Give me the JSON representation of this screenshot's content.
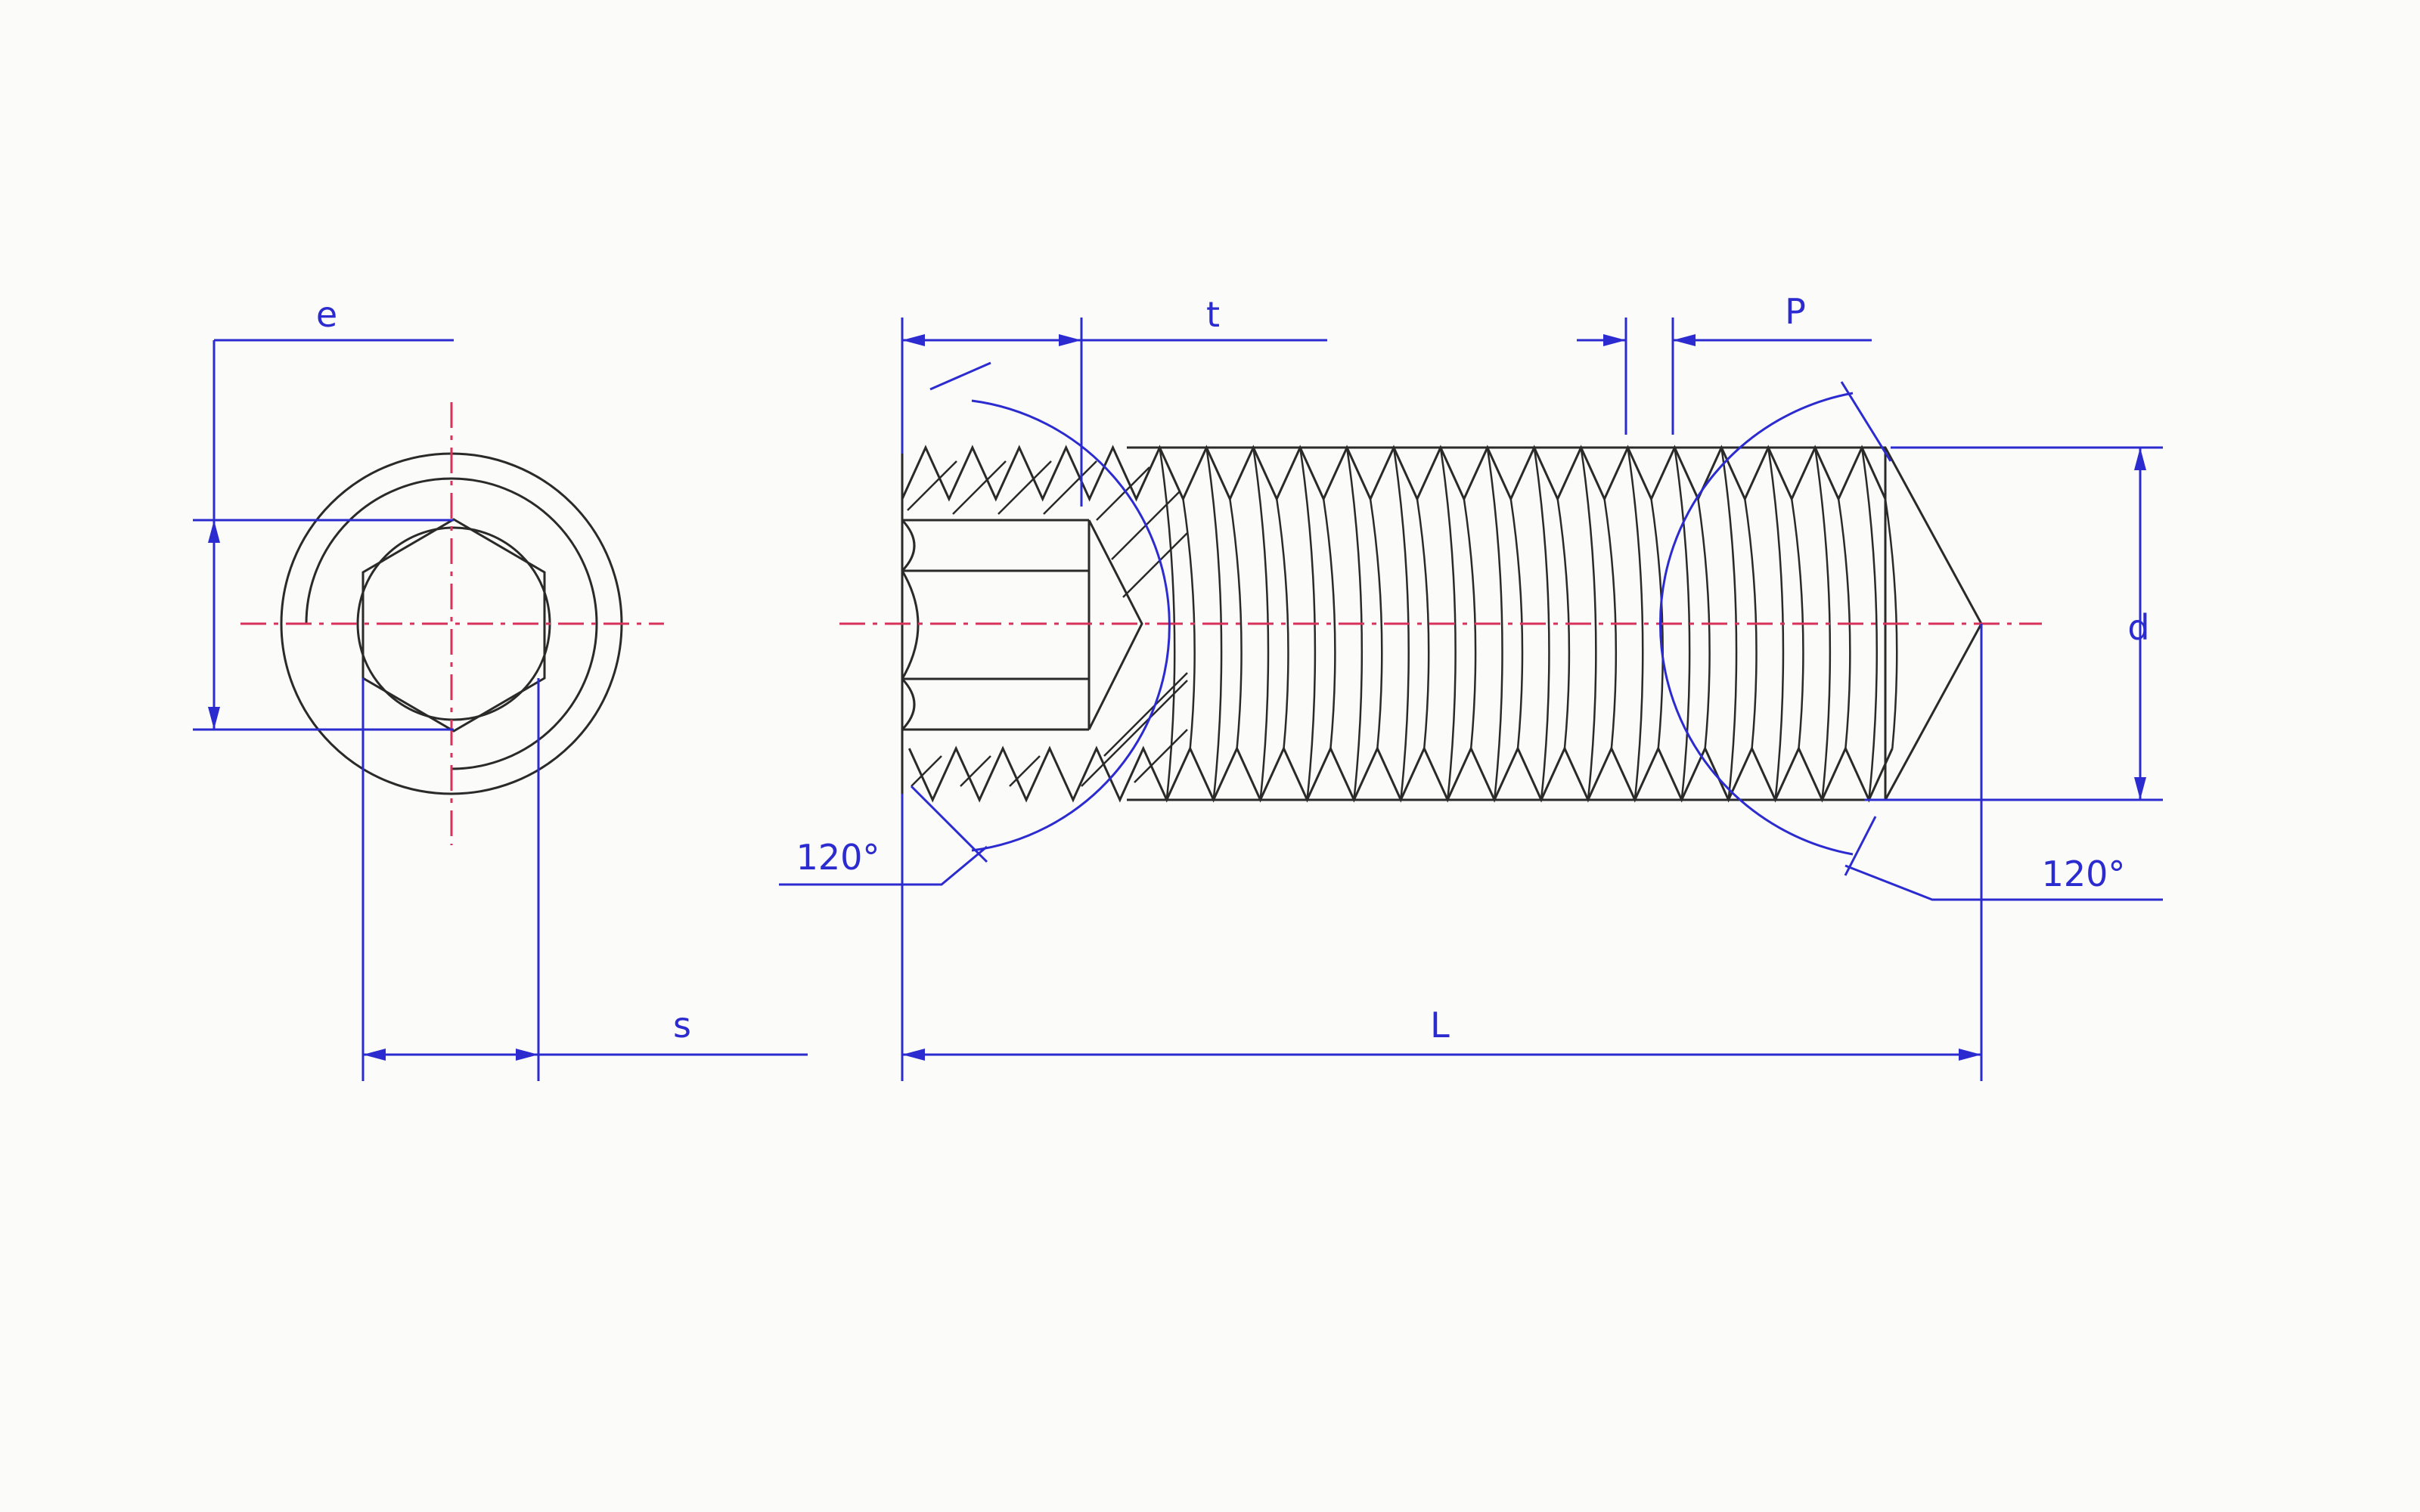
{
  "labels": {
    "e": "e",
    "s": "s",
    "t": "t",
    "p": "P",
    "l": "L",
    "d": "d",
    "angle_drill": "120°",
    "angle_cone": "120°"
  },
  "colors": {
    "background": "#fbfbfa",
    "outline": "#2a2a2a",
    "dimension": "#2b2bd0",
    "centerline": "#d8325a"
  },
  "thread": {
    "crest_count": 21
  }
}
